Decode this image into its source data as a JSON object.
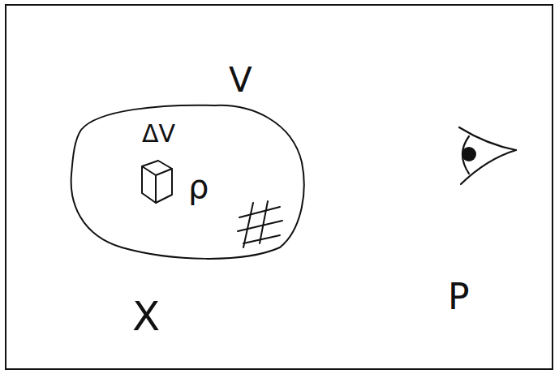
{
  "diagram": {
    "nodes": [
      {
        "text": [
          "V",
          "ΔV",
          "ρ"
        ]
      }
    ],
    "labels": [
      "X",
      "P"
    ]
  }
}
